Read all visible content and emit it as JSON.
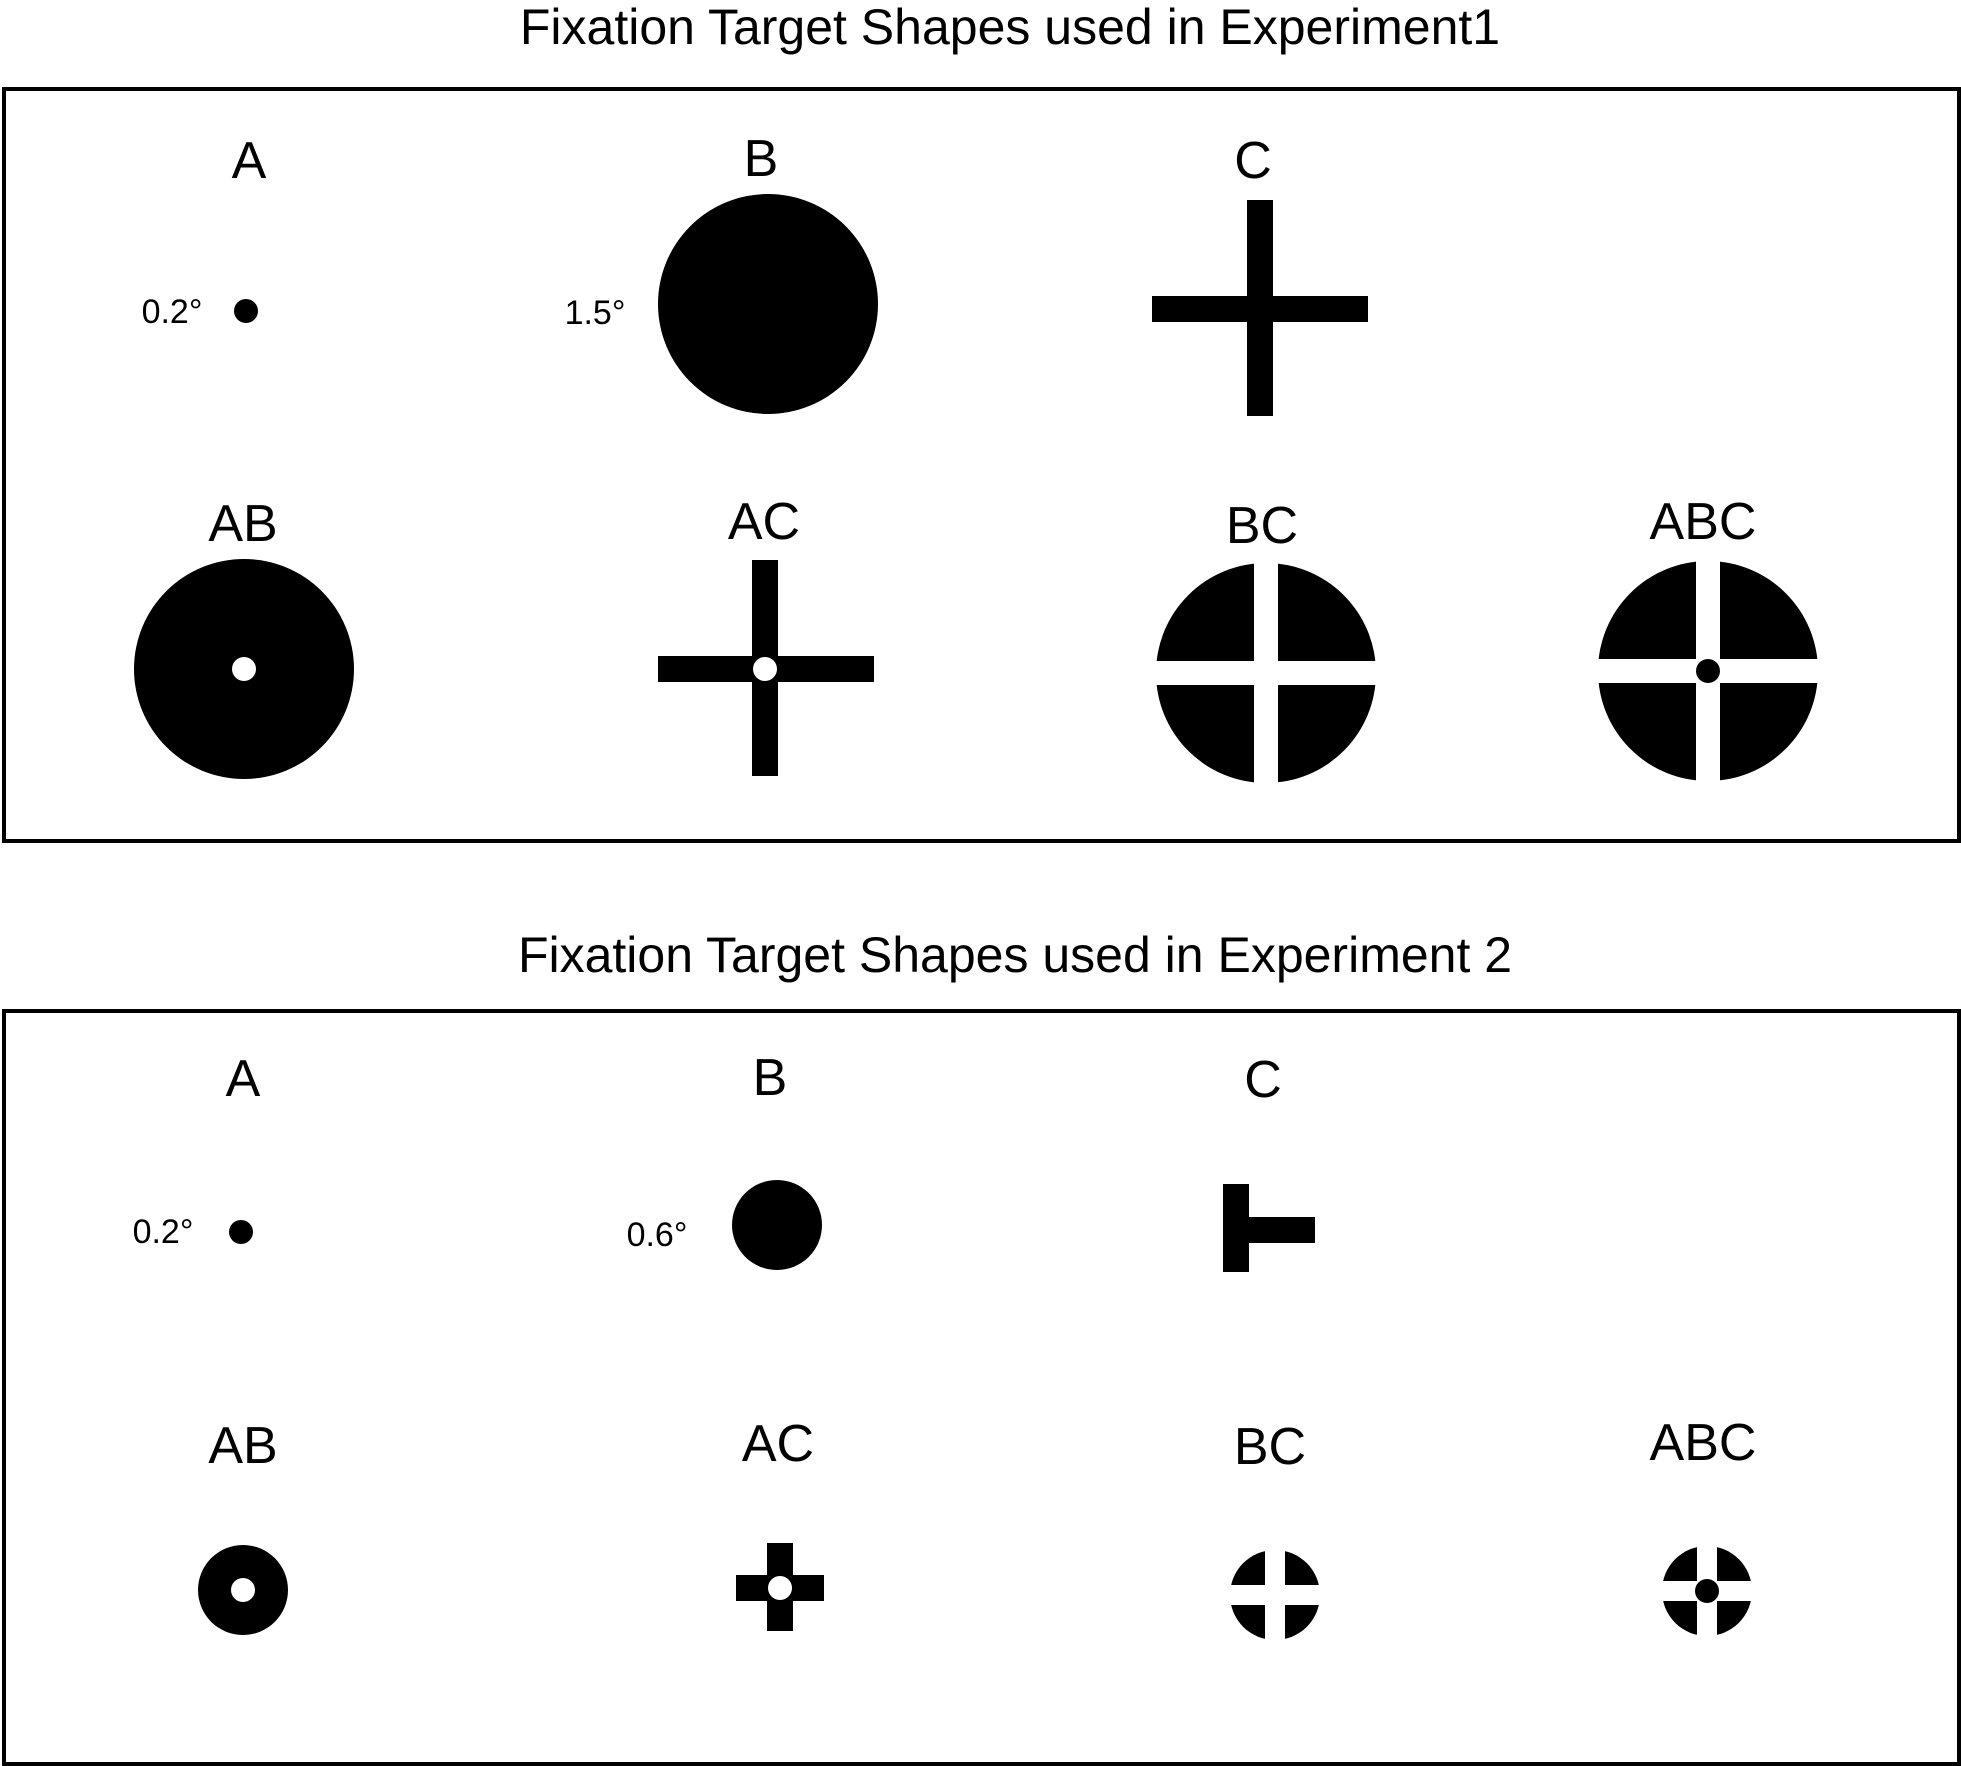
{
  "panels": [
    {
      "title": "Fixation Target Shapes used in Experiment1",
      "targets": [
        {
          "label": "A",
          "size_label": "0.2°"
        },
        {
          "label": "B",
          "size_label": "1.5°"
        },
        {
          "label": "C"
        },
        {
          "label": "AB"
        },
        {
          "label": "AC"
        },
        {
          "label": "BC"
        },
        {
          "label": "ABC"
        }
      ]
    },
    {
      "title": "Fixation Target Shapes used in Experiment 2",
      "targets": [
        {
          "label": "A",
          "size_label": "0.2°"
        },
        {
          "label": "B",
          "size_label": "0.6°"
        },
        {
          "label": "C"
        },
        {
          "label": "AB"
        },
        {
          "label": "AC"
        },
        {
          "label": "BC"
        },
        {
          "label": "ABC"
        }
      ]
    }
  ],
  "colors": {
    "ink": "#000000",
    "paper": "#ffffff"
  }
}
